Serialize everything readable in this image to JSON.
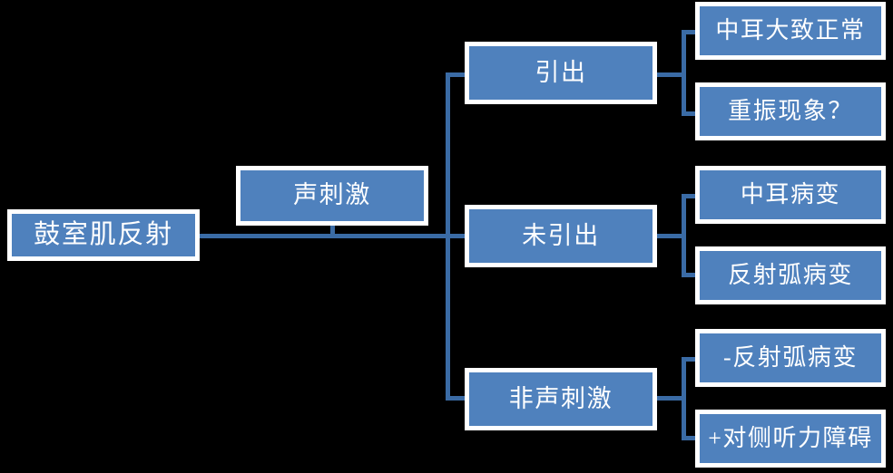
{
  "diagram": {
    "title": "鼓室肌反射",
    "type": "hierarchy-tree",
    "orientation": "left-to-right",
    "colors": {
      "background": "#000000",
      "node_fill": "#4f81bd",
      "node_border": "#ffffff",
      "connector": "#3a6ba5",
      "node_text": "#ffffff"
    },
    "root": {
      "label": "鼓室肌反射"
    },
    "stimulus_note": {
      "label": "声刺激"
    },
    "branches": [
      {
        "label": "引出",
        "children": [
          {
            "label": "中耳大致正常"
          },
          {
            "label": "重振现象？"
          }
        ]
      },
      {
        "label": "未引出",
        "children": [
          {
            "label": "中耳病变"
          },
          {
            "label": "反射弧病变"
          }
        ]
      },
      {
        "label": "非声刺激",
        "children": [
          {
            "label": "-反射弧病变"
          },
          {
            "label": "+对侧听力障碍"
          }
        ]
      }
    ]
  }
}
